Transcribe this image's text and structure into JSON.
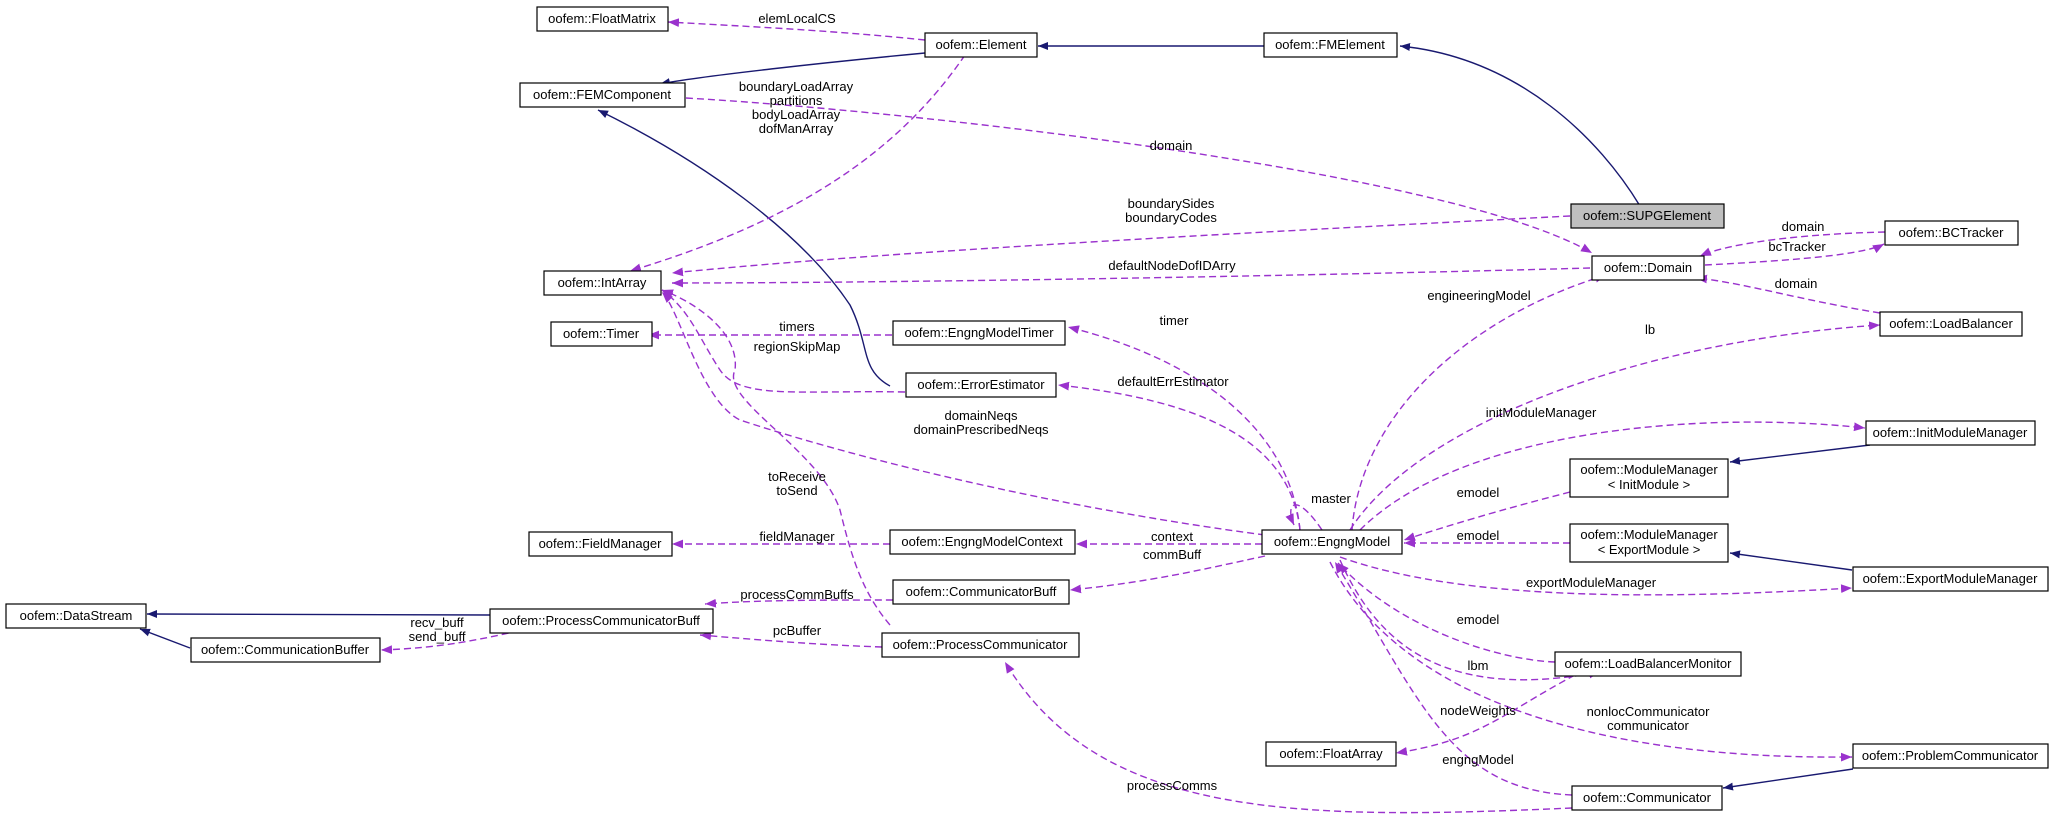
{
  "colors": {
    "inherit": "#191970",
    "usage": "#9a32cd",
    "highlight_fill": "#bfbfbf",
    "border": "#000000"
  },
  "nodes": {
    "float_matrix": "oofem::FloatMatrix",
    "element": "oofem::Element",
    "fm_element": "oofem::FMElement",
    "fem_component": "oofem::FEMComponent",
    "supg_element": "oofem::SUPGElement",
    "int_array": "oofem::IntArray",
    "domain": "oofem::Domain",
    "bc_tracker": "oofem::BCTracker",
    "timer": "oofem::Timer",
    "engng_model_timer": "oofem::EngngModelTimer",
    "load_balancer": "oofem::LoadBalancer",
    "error_estimator": "oofem::ErrorEstimator",
    "init_module_manager": "oofem::InitModuleManager",
    "module_manager_init": [
      "oofem::ModuleManager",
      "< InitModule >"
    ],
    "field_manager": "oofem::FieldManager",
    "engng_model_context": "oofem::EngngModelContext",
    "engng_model": "oofem::EngngModel",
    "module_manager_export": [
      "oofem::ModuleManager",
      "< ExportModule >"
    ],
    "communicator_buff": "oofem::CommunicatorBuff",
    "export_module_manager": "oofem::ExportModuleManager",
    "data_stream": "oofem::DataStream",
    "process_communicator_buff": "oofem::ProcessCommunicatorBuff",
    "communication_buffer": "oofem::CommunicationBuffer",
    "process_communicator": "oofem::ProcessCommunicator",
    "load_balancer_monitor": "oofem::LoadBalancerMonitor",
    "float_array": "oofem::FloatArray",
    "problem_communicator": "oofem::ProblemCommunicator",
    "communicator": "oofem::Communicator"
  },
  "edge_labels": {
    "elem_local_cs": "elemLocalCS",
    "boundary_load_array": "boundaryLoadArray",
    "partitions": "partitions",
    "body_load_array": "bodyLoadArray",
    "dof_man_array": "dofManArray",
    "domain_supg": "domain",
    "boundary_sides": "boundarySides",
    "boundary_codes": "boundaryCodes",
    "domain_bctracker": "domain",
    "bc_tracker": "bcTracker",
    "default_node_dof": "defaultNodeDofIDArry",
    "domain_lb": "domain",
    "engineering_model": "engineeringModel",
    "timers": "timers",
    "timer": "timer",
    "lb": "lb",
    "region_skip_map": "regionSkipMap",
    "default_err_estimator": "defaultErrEstimator",
    "domain_neqs": "domainNeqs",
    "domain_prescribed_neqs": "domainPrescribedNeqs",
    "init_module_manager": "initModuleManager",
    "to_receive": "toReceive",
    "to_send": "toSend",
    "master": "master",
    "emodel_init": "emodel",
    "field_manager": "fieldManager",
    "context": "context",
    "emodel_export": "emodel",
    "comm_buff": "commBuff",
    "process_comm_buffs": "processCommBuffs",
    "export_module_manager": "exportModuleManager",
    "recv_buff": "recv_buff",
    "send_buff": "send_buff",
    "emodel_lbm": "emodel",
    "pc_buffer": "pcBuffer",
    "lbm": "lbm",
    "node_weights": "nodeWeights",
    "nonloc_communicator": "nonlocCommunicator",
    "communicator": "communicator",
    "engng_model": "engngModel",
    "process_comms": "processComms"
  }
}
